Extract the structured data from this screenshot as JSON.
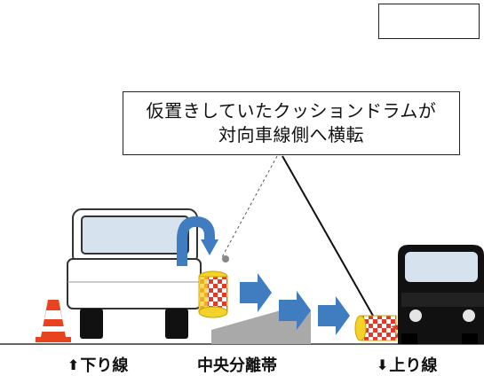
{
  "callout": {
    "line1": "仮置きしていたクッションドラムが",
    "line2": "対向車線側へ横転"
  },
  "labels": {
    "down_arrow_glyph": "⬆",
    "down_line": "下り線",
    "median": "中央分離帯",
    "up_arrow_glyph": "⬇",
    "up_line": "上り線"
  },
  "colors": {
    "truck_body": "#ffffff",
    "truck_window": "#d6e3ee",
    "cab_black": "#111111",
    "arrow_blue": "#3f7cc0",
    "drum_red": "#e23a2a",
    "drum_yellow": "#f3d22a",
    "cone_orange": "#e8431f",
    "median_gray": "#a9a9a9"
  }
}
